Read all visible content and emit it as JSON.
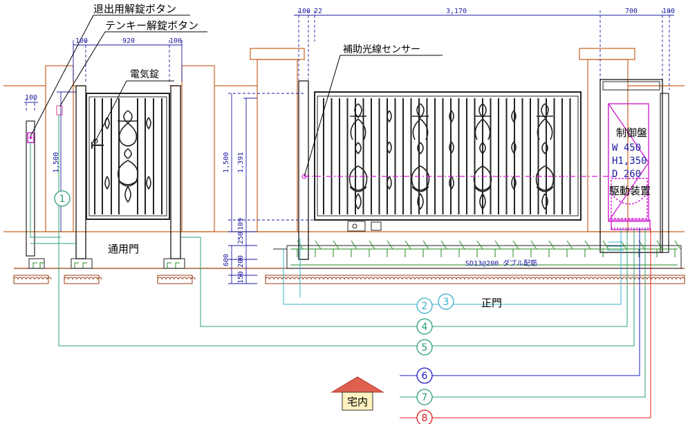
{
  "labels": {
    "exit_button": "退出用解錠ボタン",
    "tenkey_button": "テンキー解錠ボタン",
    "electric_lock": "電気錠",
    "aux_sensor": "補助光線センサー",
    "pedestrian_gate": "通用門",
    "main_gate": "正門",
    "control_panel": "制御盤",
    "drive_unit": "駆動装置",
    "panel_w": "W  450",
    "panel_h": "H1,350",
    "panel_d": "D  260",
    "rebar": "SD13@200  ダブル配筋",
    "indoor": "宅内"
  },
  "dims": {
    "top_100a": "100",
    "top_920": "920",
    "top_100b": "100",
    "top_100c": "100",
    "top_22": "22",
    "top_3170": "3,170",
    "top_700": "700",
    "top_100d": "100",
    "left_100": "100",
    "h1500a": "1,500",
    "h1500b": "1,500",
    "h1391": "1,391",
    "h109": "109",
    "h250": "250",
    "h200": "200",
    "h150": "150",
    "h600": "600"
  },
  "cables": [
    "1",
    "2",
    "3",
    "4",
    "5",
    "6",
    "7",
    "8"
  ],
  "colors": {
    "wall": "#c8601e",
    "gate": "#222222",
    "dim": "#1a1aa0",
    "magenta": "#d020d0",
    "green": "#2aa070",
    "teal": "#35b0c8",
    "cable6": "#1818c0",
    "cable8": "#e01818",
    "ground": "#9a3a10",
    "rebar": "#1f8a1f",
    "indoor_roof": "#e06050",
    "indoor_box": "#fff2c0"
  }
}
